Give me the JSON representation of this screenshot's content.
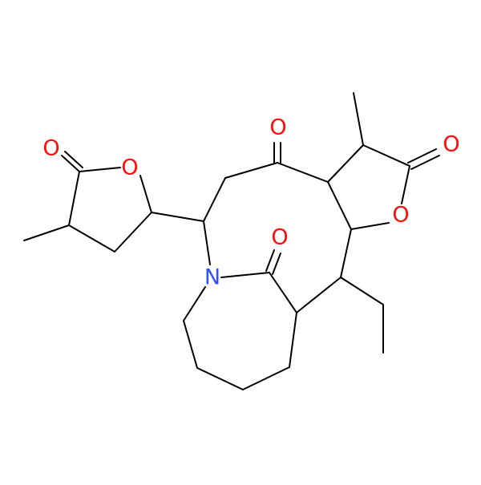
{
  "molecule": {
    "bond_color": "#000000",
    "oxygen_color": "#ff0d0d",
    "nitrogen_color": "#3050f8",
    "atom_labels": {
      "o_left_carbonyl": "O",
      "o_left_ring": "O",
      "o_top_ketone": "O",
      "o_right_carbonyl": "O",
      "o_right_ring": "O",
      "o_lactam": "O",
      "n_amide": "N"
    }
  }
}
